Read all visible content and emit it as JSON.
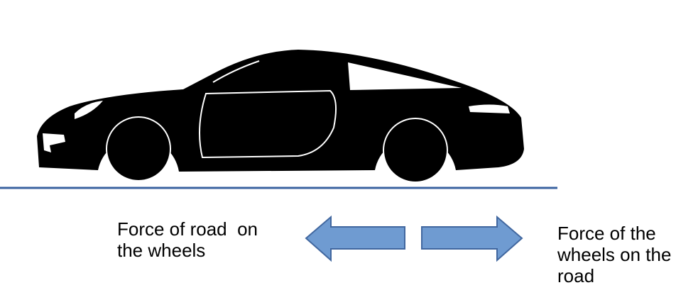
{
  "diagram": {
    "left_label": [
      "Force of road  on",
      "the wheels"
    ],
    "right_label": [
      "Force of the",
      "wheels on the",
      "road"
    ],
    "colors": {
      "arrow_fill": "#6f9bd1",
      "arrow_stroke": "#41679f",
      "road": "#3a62a0",
      "car": "#000000"
    },
    "icons": [
      "car-silhouette",
      "arrow-left",
      "arrow-right",
      "road-line"
    ]
  }
}
